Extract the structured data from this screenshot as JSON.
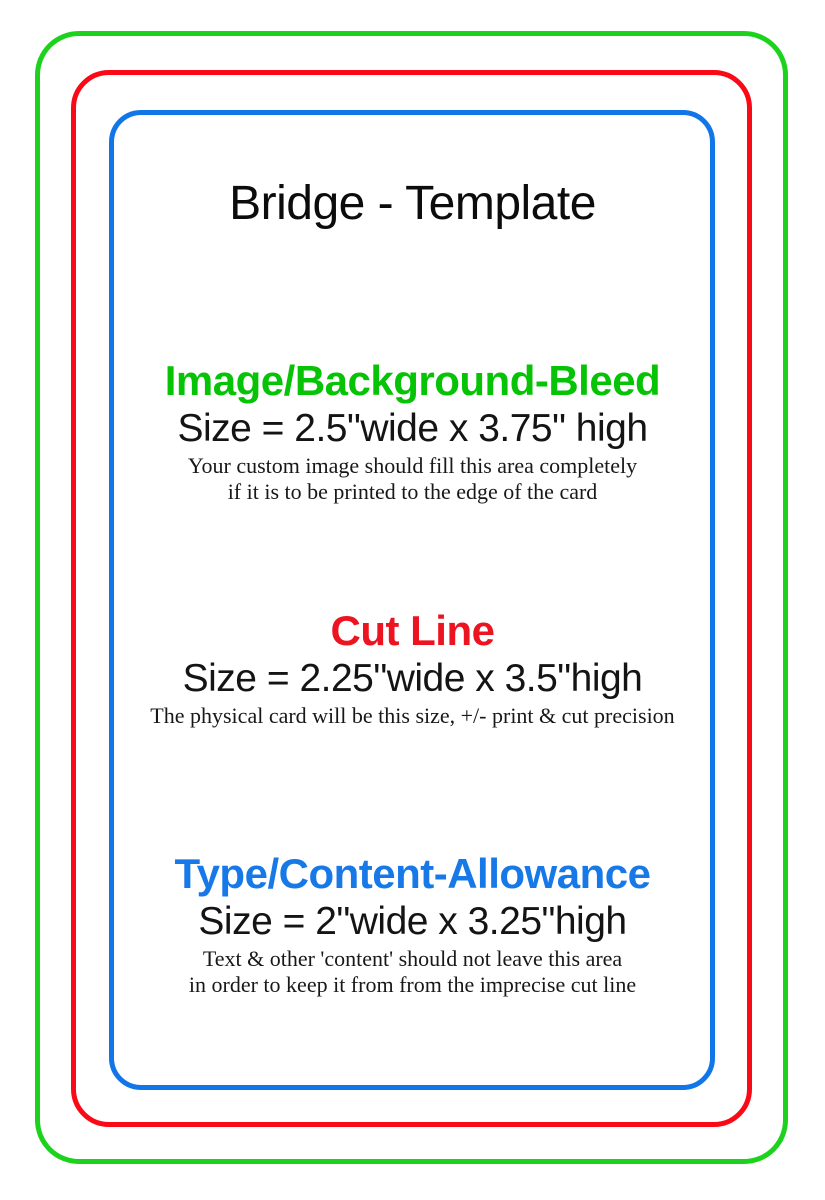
{
  "page": {
    "background": "#ffffff"
  },
  "title": "Bridge - Template",
  "frames": {
    "bleed": {
      "border_color": "#1dd21d",
      "heading_color": "#06c306",
      "label": "Image/Background-Bleed",
      "size_text": "Size = 2.5\"wide x 3.75\" high",
      "caption_line1": "Your custom image should fill this area completely",
      "caption_line2": "if it is to be printed to the edge of the card"
    },
    "cut": {
      "border_color": "#fa0a16",
      "heading_color": "#ec1420",
      "label": "Cut Line",
      "size_text": "Size = 2.25\"wide x 3.5\"high",
      "caption_line1": "The physical card will be this size, +/- print & cut precision",
      "caption_line2": ""
    },
    "content": {
      "border_color": "#1176e8",
      "heading_color": "#1779e8",
      "label": "Type/Content-Allowance",
      "size_text": "Size = 2\"wide x 3.25\"high",
      "caption_line1": "Text & other 'content' should not leave this area",
      "caption_line2": "in order to keep it from from the imprecise cut line"
    }
  }
}
